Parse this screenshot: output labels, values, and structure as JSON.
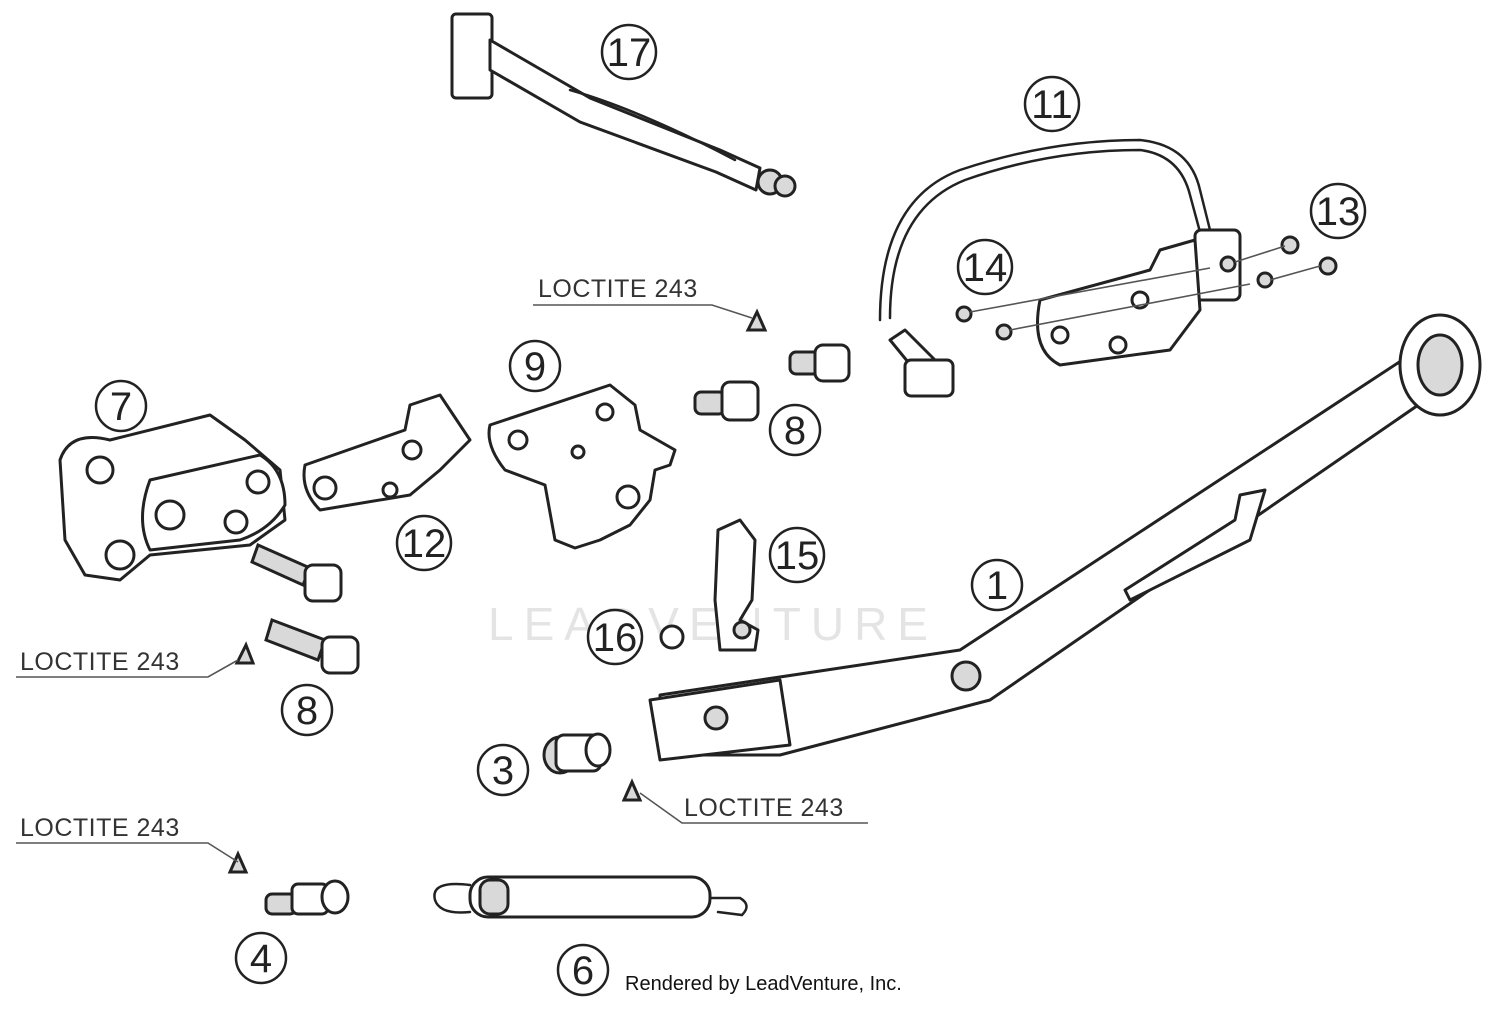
{
  "diagram": {
    "callouts": [
      "1",
      "3",
      "4",
      "6",
      "7",
      "8",
      "8",
      "9",
      "11",
      "12",
      "13",
      "14",
      "15",
      "16",
      "17"
    ],
    "annotation_label": "LOCTITE 243",
    "watermark": "LEADVENTURE",
    "footer": "Rendered by LeadVenture, Inc."
  }
}
